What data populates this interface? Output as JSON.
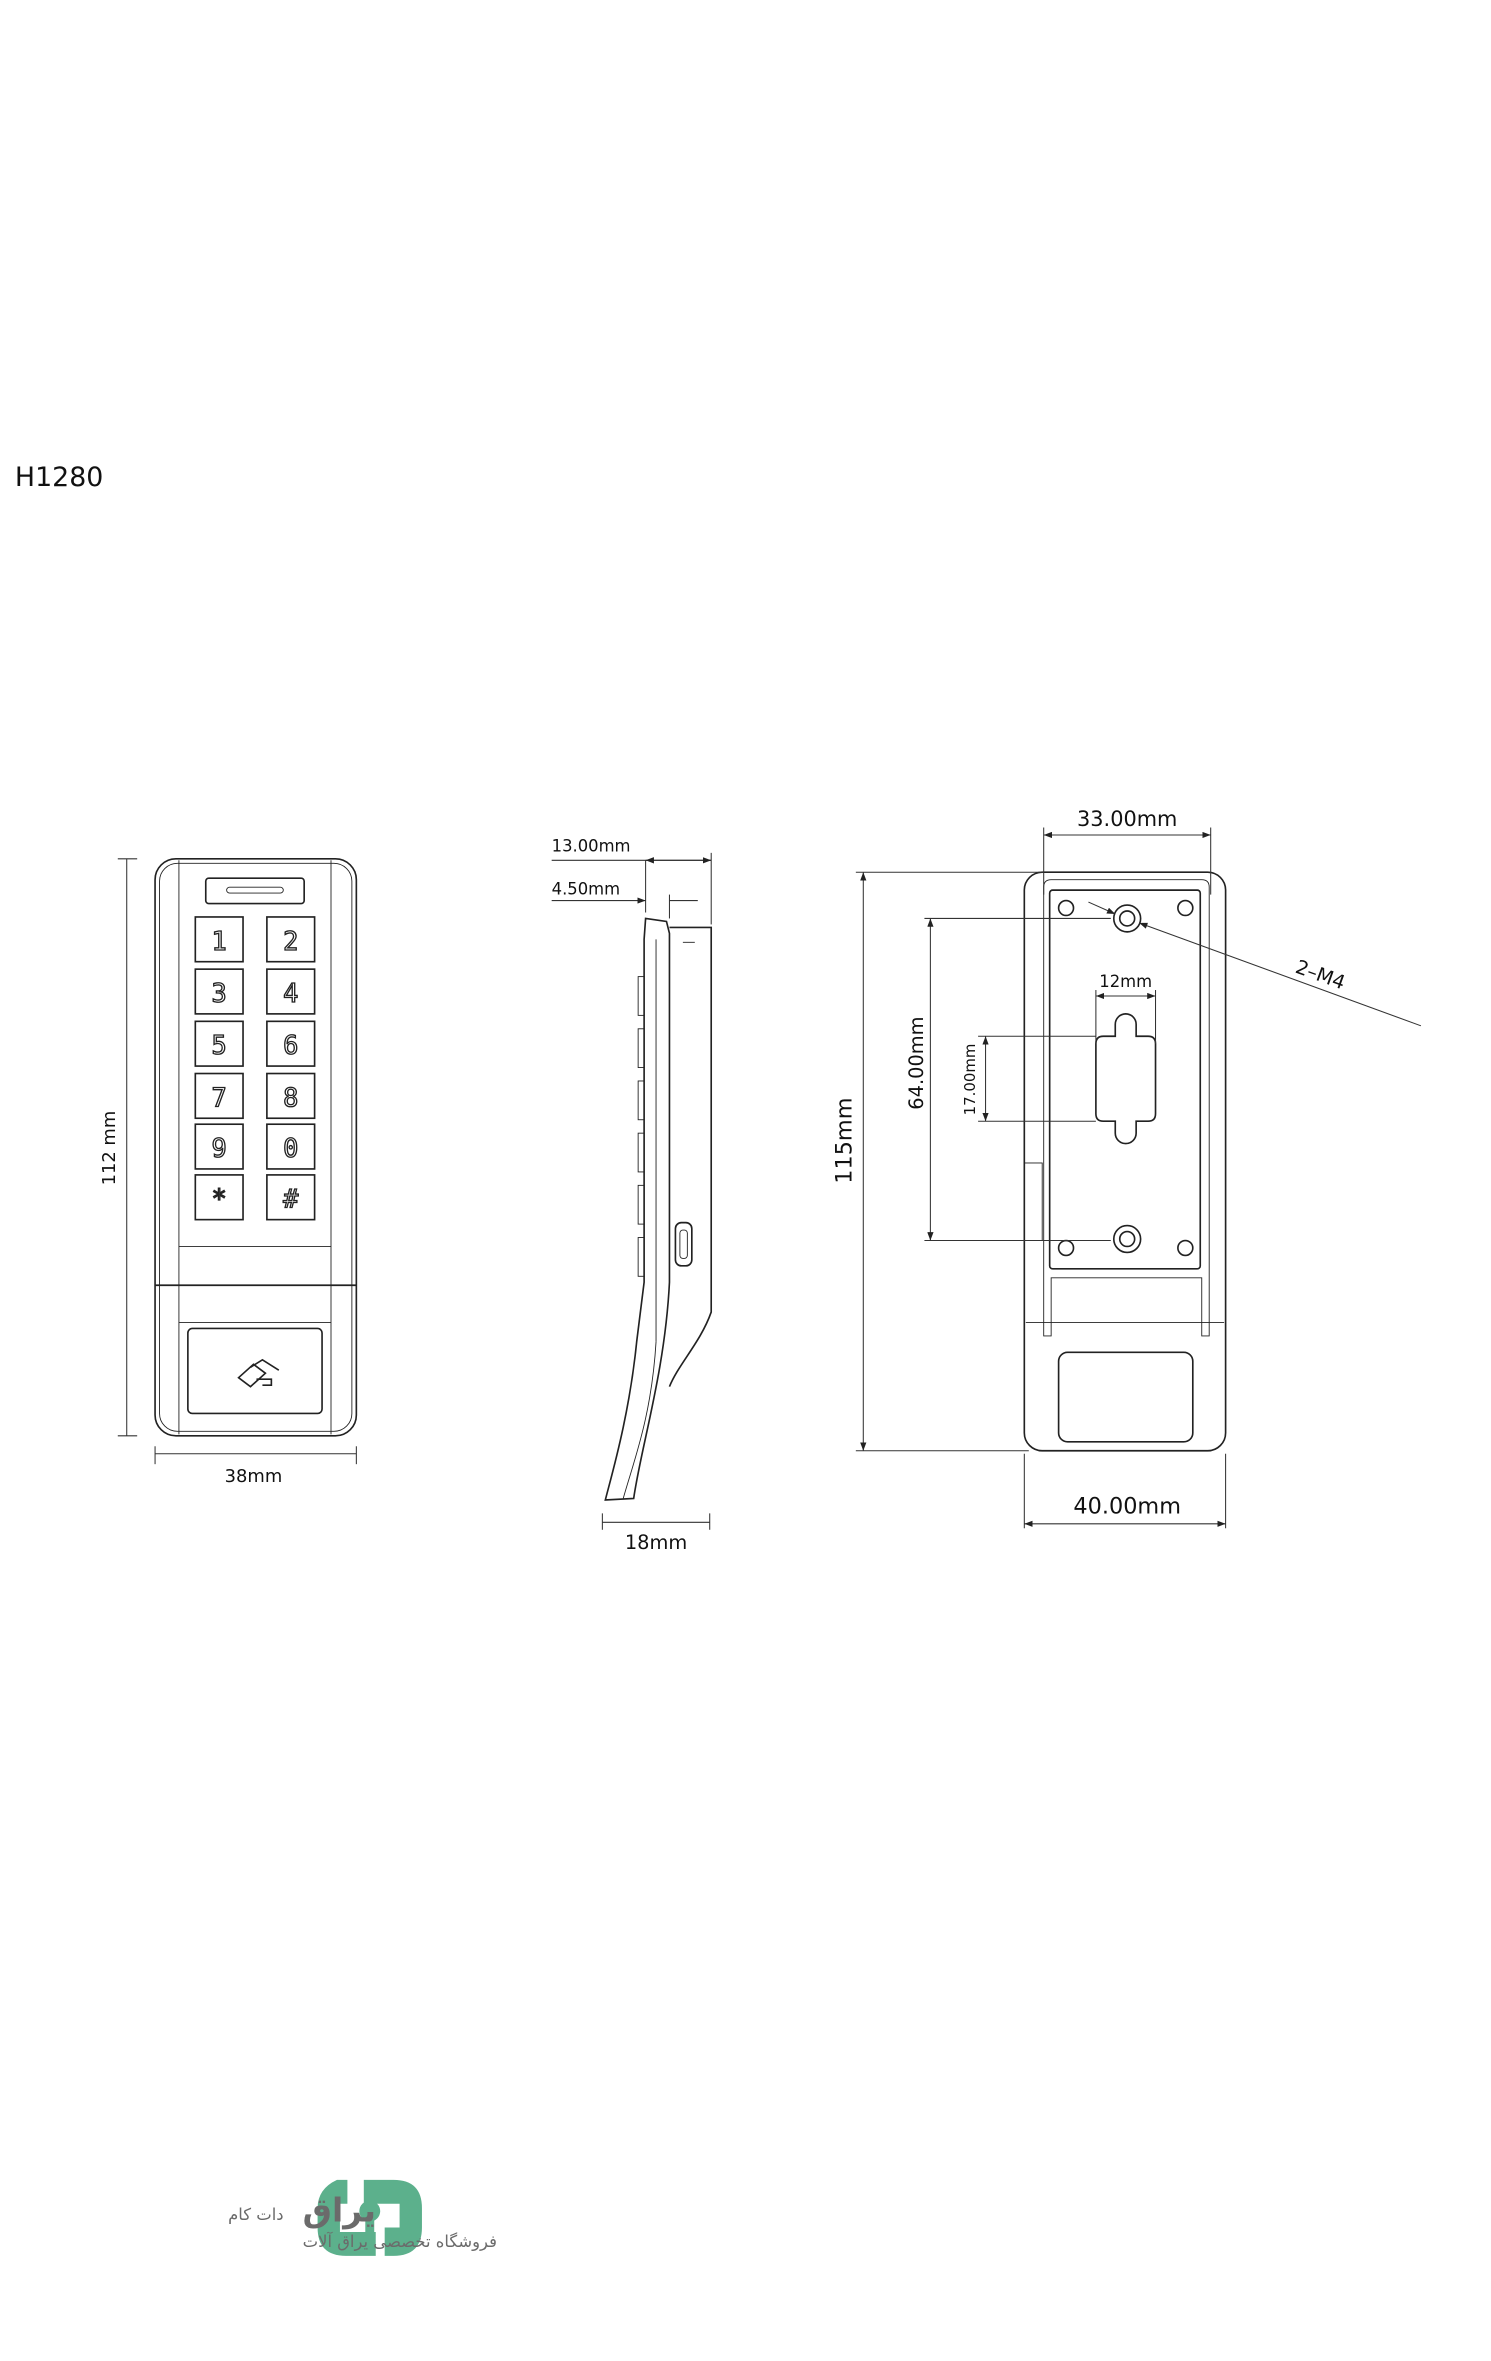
{
  "title": "H1280",
  "front_view": {
    "height_label": "112 mm",
    "width_label": "38mm",
    "keys": [
      "1",
      "2",
      "3",
      "4",
      "5",
      "6",
      "7",
      "8",
      "9",
      "0",
      "*",
      "#"
    ]
  },
  "side_view": {
    "depth_top_label": "13.00mm",
    "front_thickness_label": "4.50mm",
    "depth_bottom_label": "18mm"
  },
  "back_view": {
    "top_width_label": "33.00mm",
    "bottom_width_label": "40.00mm",
    "height_label": "115mm",
    "hole_spacing_label": "64.00mm",
    "cable_hole_height_label": "17.00mm",
    "cable_hole_width_label": "12mm",
    "screw_label": "2–M4"
  },
  "logo": {
    "brand": "یراق",
    "suffix": "دات کام",
    "tagline": "فروشگاه تخصصی یراق آلات",
    "color": "#5cb08c",
    "text_color": "#6b6b6b"
  }
}
